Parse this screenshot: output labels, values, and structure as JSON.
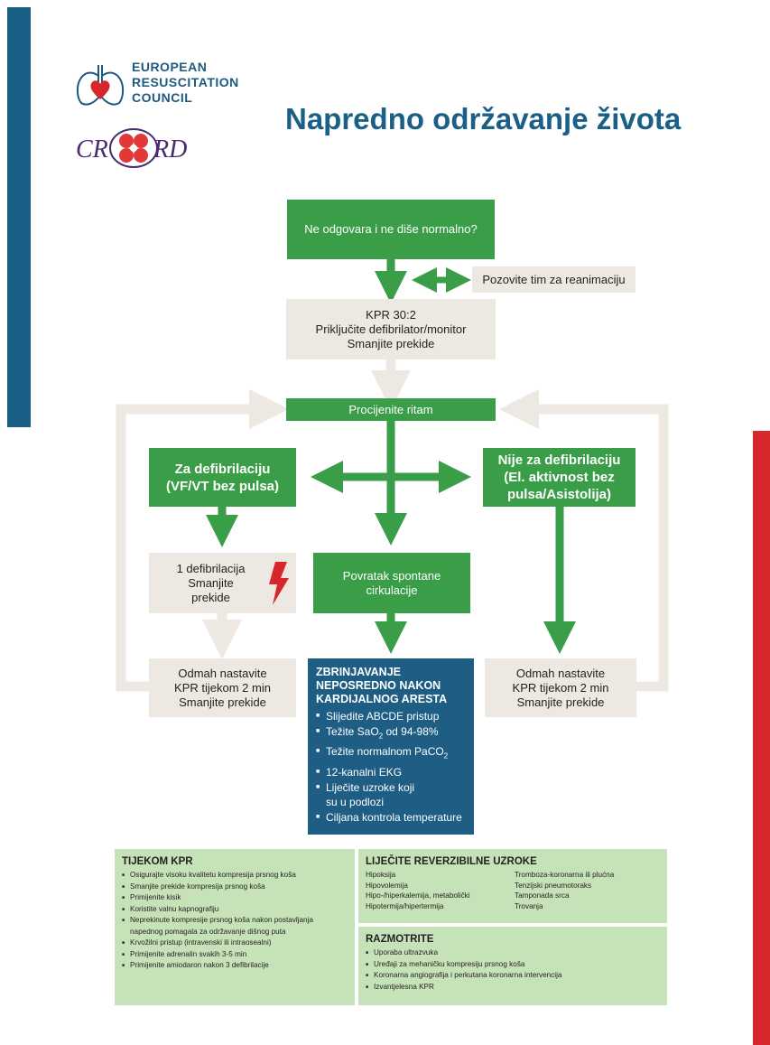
{
  "header": {
    "org_line1": "EUROPEAN",
    "org_line2": "RESUSCITATION",
    "org_line3": "COUNCIL",
    "title": "Napredno održavanje života"
  },
  "logos": {
    "erc": "lungs-heart-logo",
    "croatian": "cr-rd-clover-logo"
  },
  "colors": {
    "blue": "#1a5f86",
    "green": "#3a9e49",
    "grey": "#ede8e2",
    "red": "#d7262c",
    "light_green": "#c6e2b8"
  },
  "flow": {
    "start": "Ne odgovara i ne diše normalno?",
    "call_team": "Pozovite tim za reanimaciju",
    "cpr_line1": "KPR 30:2",
    "cpr_line2": "Priključite defibrilator/monitor",
    "cpr_line3": "Smanjite prekide",
    "assess": "Procijenite ritam",
    "shockable_line1": "Za defibrilaciju",
    "shockable_line2": "(VF/VT bez pulsa)",
    "nonshock_line1": "Nije za defibrilaciju",
    "nonshock_line2": "(El. aktivnost bez",
    "nonshock_line3": "pulsa/Asistolija)",
    "shock_line1": "1 defibrilacija",
    "shock_line2": "Smanjite",
    "shock_line3": "prekide",
    "rosc_line1": "Povratak spontane",
    "rosc_line2": "cirkulacije",
    "resume_left_1": "Odmah nastavite",
    "resume_left_2": "KPR tijekom 2 min",
    "resume_left_3": "Smanjite prekide",
    "resume_right_1": "Odmah nastavite",
    "resume_right_2": "KPR tijekom 2 min",
    "resume_right_3": "Smanjite prekide"
  },
  "post_arrest": {
    "title_line1": "ZBRINJAVANJE",
    "title_line2": "NEPOSREDNO NAKON",
    "title_line3": "KARDIJALNOG ARESTA",
    "items": {
      "i1": "Slijedite ABCDE pristup",
      "i2_pre": "Težite SaO",
      "i2_sub": "2",
      "i2_post": " od 94-98%",
      "i3_pre": "Težite normalnom PaCO",
      "i3_sub": "2",
      "i4": "12-kanalni EKG",
      "i5_line1": "Liječite uzroke koji",
      "i5_line2": "su u podlozi",
      "i6": "Ciljana kontrola temperature"
    }
  },
  "during_cpr": {
    "title": "TIJEKOM KPR",
    "items": [
      "Osigurajte visoku kvalitetu kompresija prsnog koša",
      "Smanjite prekide kompresija prsnog koša",
      "Primijenite kisik",
      "Koristite valnu kapnografiju",
      "Neprekinute kompresije prsnog koša nakon postavljanja",
      "napednog pomagala za održavanje dišnog puta",
      "Krvožilni pristup (intravenski ili intraosealni)",
      "Primijenite adrenalin svakih 3-5 min",
      "Primijenite amiodaron nakon 3 defibrilacije"
    ]
  },
  "reversible": {
    "title": "LIJEČITE REVERZIBILNE UZROKE",
    "left": [
      "Hipoksija",
      "Hipovolemija",
      "Hipo-/hiperkalemija, metabolički",
      "Hipotermija/hipertermija"
    ],
    "right": [
      "Tromboza-koronarna ili plućna",
      "Tenzijski pneumotoraks",
      "Tamponada srca",
      "Trovanja"
    ]
  },
  "consider": {
    "title": "RAZMOTRITE",
    "items": [
      "Uporaba ultrazvuka",
      "Uređaji za mehaničku kompresiju prsnog koša",
      "Koronarna angiografija i perkutana koronarna intervencija",
      "Izvantjelesna KPR"
    ]
  }
}
